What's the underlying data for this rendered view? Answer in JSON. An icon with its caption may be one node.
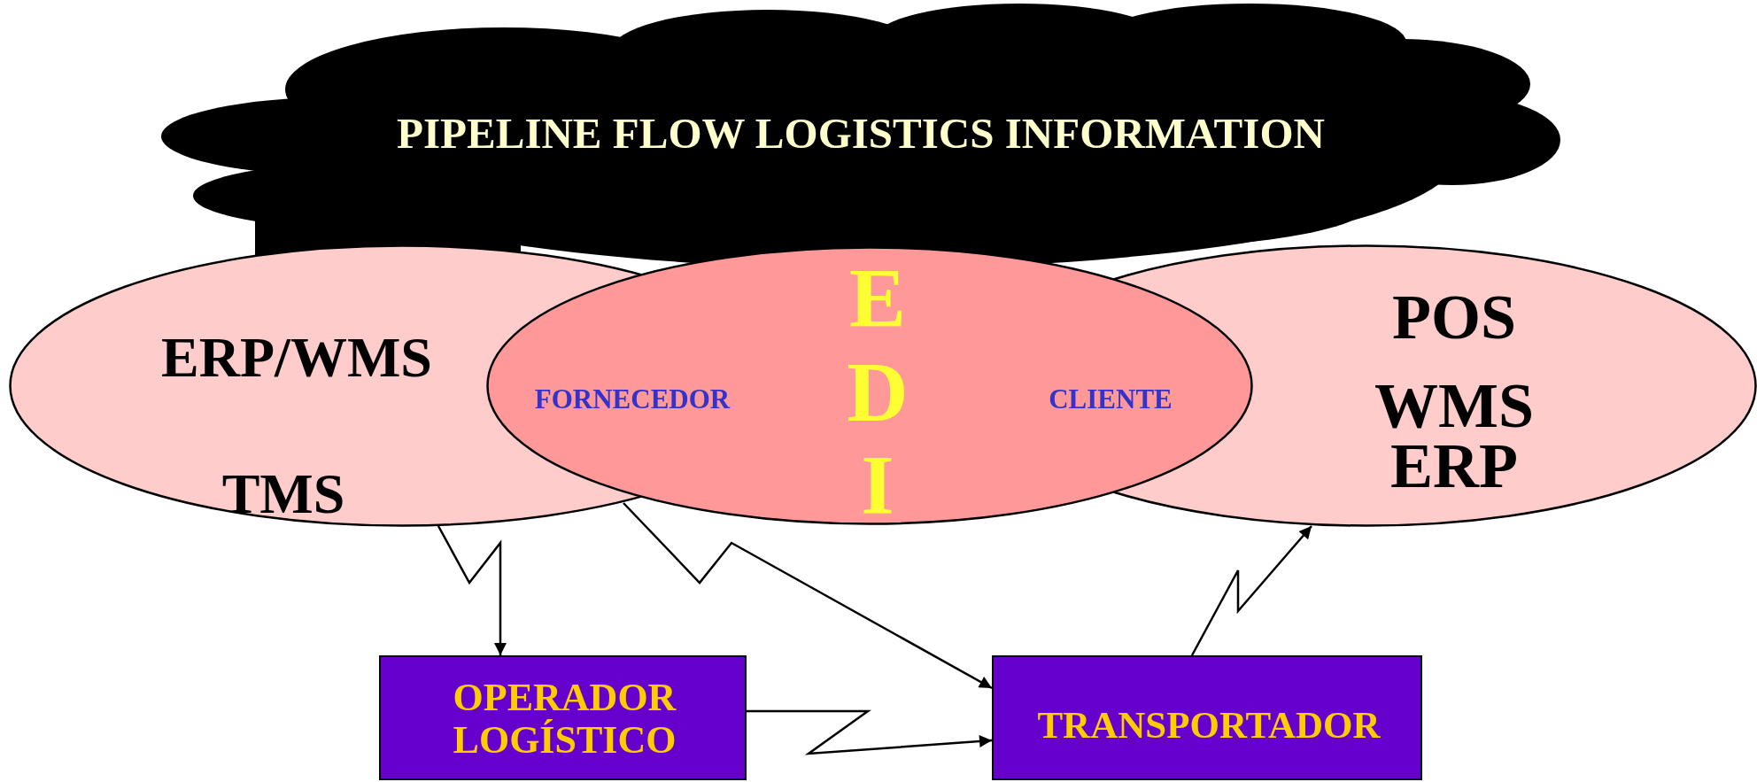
{
  "diagram": {
    "nodes": [
      {
        "text": [
          "PIPELINE FLOW LOGISTICS INFORMATION"
        ]
      },
      {
        "text": [
          "ERP/WMS",
          "TMS"
        ]
      },
      {
        "text": [
          "POS",
          "WMS",
          "ERP"
        ]
      },
      {
        "text": [
          "FORNECEDOR",
          "EDI",
          "CLIENTE"
        ]
      },
      {
        "text": [
          "OPERADOR LOGÍSTICO"
        ]
      },
      {
        "text": [
          "TRANSPORTADOR"
        ]
      }
    ],
    "edges": [
      {
        "from": 1,
        "to": 4,
        "arrow": "to"
      },
      {
        "from": 1,
        "to": 5,
        "arrow": "to"
      },
      {
        "from": 4,
        "to": 5,
        "arrow": "to"
      },
      {
        "from": 5,
        "to": 2,
        "arrow": "to"
      }
    ]
  }
}
